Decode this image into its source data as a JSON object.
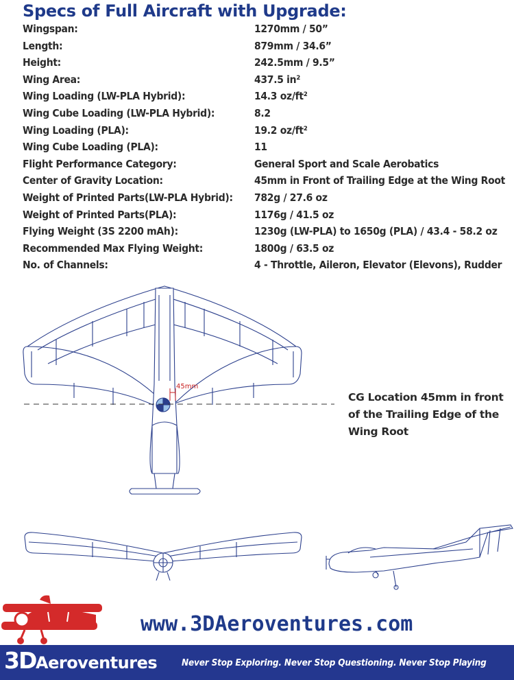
{
  "heading": "Specs of Full Aircraft with Upgrade:",
  "specs": [
    {
      "label": "Wingspan:",
      "value": "1270mm / 50”"
    },
    {
      "label": "Length:",
      "value": "879mm / 34.6”"
    },
    {
      "label": "Height:",
      "value": "242.5mm / 9.5”"
    },
    {
      "label": "Wing Area:",
      "value": "437.5 in²"
    },
    {
      "label": "Wing Loading (LW-PLA Hybrid):",
      "value": "14.3 oz/ft²"
    },
    {
      "label": "Wing Cube Loading (LW-PLA Hybrid):",
      "value": "8.2"
    },
    {
      "label": "Wing Loading (PLA):",
      "value": "19.2 oz/ft²"
    },
    {
      "label": "Wing Cube Loading (PLA):",
      "value": "11"
    },
    {
      "label": "Flight Performance Category:",
      "value": "General Sport and Scale Aerobatics"
    },
    {
      "label": "Center of Gravity Location:",
      "value": "45mm in Front of Trailing Edge at the Wing Root"
    },
    {
      "label": "Weight of Printed Parts(LW-PLA Hybrid):",
      "value": "782g / 27.6 oz"
    },
    {
      "label": "Weight of Printed Parts(PLA):",
      "value": "1176g / 41.5 oz"
    },
    {
      "label": "Flying Weight (3S 2200 mAh):",
      "value": "1230g (LW-PLA) to 1650g (PLA) / 43.4 - 58.2 oz"
    },
    {
      "label": "Recommended Max Flying Weight:",
      "value": "1800g / 63.5 oz"
    },
    {
      "label": "No. of Channels:",
      "value": "4 - Throttle, Aileron, Elevator (Elevons), Rudder"
    }
  ],
  "drawing": {
    "cg_dimension_label": "45mm",
    "cg_note_lines": [
      "CG Location 45mm in front",
      "of the Trailing Edge of the",
      "Wing Root"
    ]
  },
  "footer": {
    "url": "www.3DAeroventures.com",
    "brand_prefix": "3D",
    "brand_name": "Aeroventures",
    "tagline": "Never Stop Exploring. Never Stop Questioning.  Never Stop Playing"
  },
  "colors": {
    "heading_blue": "#1f3a8a",
    "banner_blue": "#24378f",
    "line_blue": "#2b3f8c",
    "cg_red": "#c81e1e",
    "plane_red": "#d42a2a"
  },
  "icons": [
    "biplane-logo-icon"
  ]
}
